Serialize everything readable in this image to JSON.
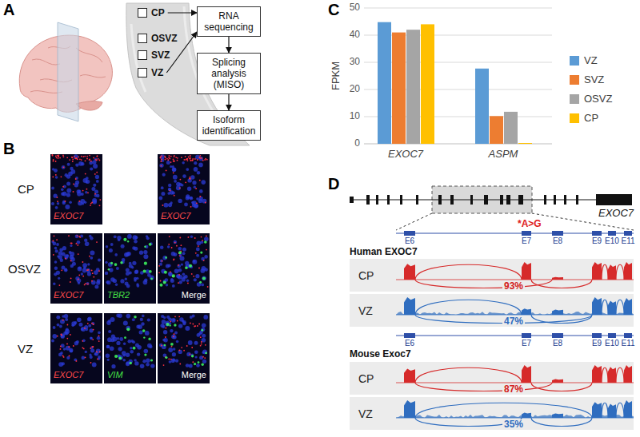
{
  "diagram": {
    "nodes": [
      {
        "text": [
          "CP"
        ]
      },
      {
        "text": [
          "OSVZ"
        ]
      },
      {
        "text": [
          "SVZ"
        ]
      },
      {
        "text": [
          "VZ"
        ]
      },
      {
        "text": [
          "RNA sequencing"
        ]
      },
      {
        "text": [
          "Splicing analysis (MISO)"
        ]
      },
      {
        "text": [
          "Isoform identification"
        ]
      }
    ],
    "edges": [
      {
        "from": 0,
        "to": 4,
        "arrow": "to"
      },
      {
        "from": 3,
        "to": 4,
        "arrow": "to"
      },
      {
        "from": 4,
        "to": 5,
        "arrow": "to"
      },
      {
        "from": 5,
        "to": 6,
        "arrow": "to"
      }
    ],
    "labels": [
      "A",
      "B",
      "C",
      "D",
      "CP",
      "OSVZ",
      "VZ",
      "EXOC7",
      "EXOC7",
      "EXOC7",
      "TBR2",
      "Merge",
      "EXOC7",
      "VIM",
      "Merge",
      "50",
      "40",
      "30",
      "20",
      "10",
      "0",
      "FPKM",
      "EXOC7",
      "ASPM",
      "EXOC7",
      "Human EXOC7",
      "*A>G",
      "E6",
      "E7",
      "E8",
      "E9",
      "E10",
      "E11",
      "CP",
      "93%",
      "VZ",
      "47%",
      "Mouse Exoc7",
      "E6",
      "E7",
      "E8",
      "E9",
      "E10",
      "E11",
      "CP",
      "87%",
      "VZ",
      "35%"
    ],
    "legend": [
      {
        "text": "VZ",
        "color": "#5B9BD5"
      },
      {
        "text": "SVZ",
        "color": "#ED7D31"
      },
      {
        "text": "OSVZ",
        "color": "#A5A5A5"
      },
      {
        "text": "CP",
        "color": "#FFC000"
      }
    ]
  }
}
